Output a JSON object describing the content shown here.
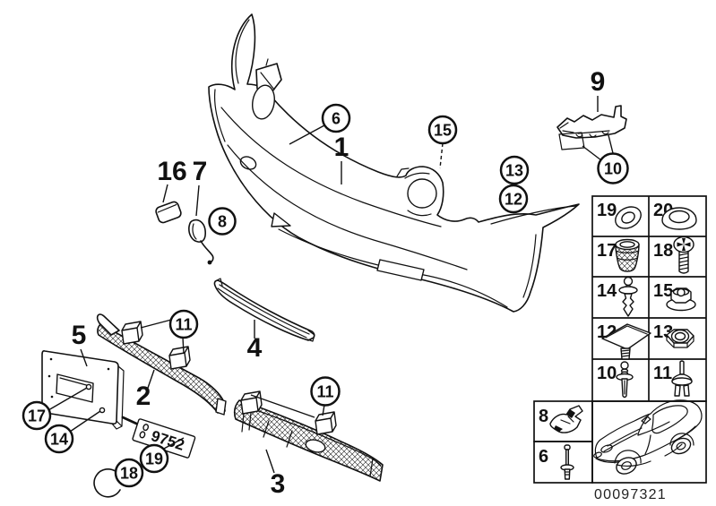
{
  "diagram": {
    "drawing_number": "00097321",
    "model_plate_text": "9752"
  },
  "labels": {
    "1": "1",
    "2": "2",
    "3": "3",
    "4": "4",
    "5": "5",
    "6": "6",
    "7": "7",
    "8": "8",
    "9": "9",
    "10": "10",
    "11": "11",
    "12": "12",
    "13": "13",
    "14": "14",
    "15": "15",
    "16": "16",
    "17": "17",
    "18": "18",
    "19": "19",
    "20": "20"
  },
  "hardware_table": {
    "rows": [
      [
        {
          "num": "19",
          "icon": "grommet-ring-icon"
        },
        {
          "num": "20",
          "icon": "cap-plug-icon"
        }
      ],
      [
        {
          "num": "17",
          "icon": "expanding-nut-icon"
        },
        {
          "num": "18",
          "icon": "phillips-screw-icon"
        }
      ],
      [
        {
          "num": "14",
          "icon": "expansion-rivet-icon"
        },
        {
          "num": "15",
          "icon": "flange-nut-icon"
        }
      ],
      [
        {
          "num": "12",
          "icon": "clip-nut-icon"
        },
        {
          "num": "13",
          "icon": "hex-nut-icon"
        }
      ],
      [
        {
          "num": "10",
          "icon": "pin-rivet-icon"
        },
        {
          "num": "11",
          "icon": "expansion-pin-rivet-icon"
        }
      ]
    ],
    "side_cells": [
      {
        "num": "8",
        "icon": "retainer-bracket-icon"
      },
      {
        "num": "6",
        "icon": "long-screw-icon"
      }
    ],
    "vehicle_cell_icon": "bmw-coupe-sketch-icon"
  }
}
